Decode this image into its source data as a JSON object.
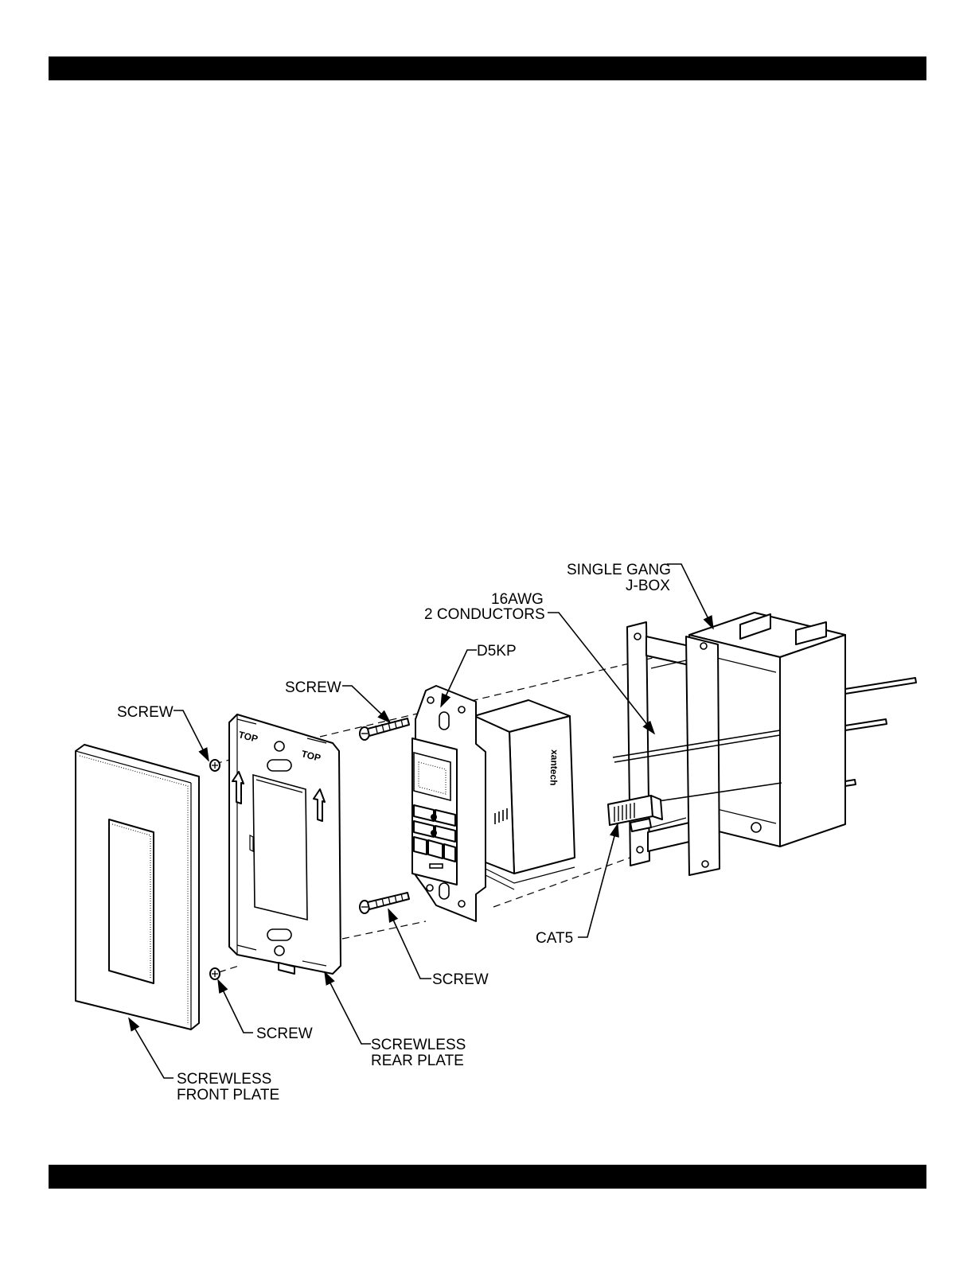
{
  "labels": {
    "single_gang_line1": "SINGLE GANG",
    "single_gang_line2": "J-BOX",
    "awg_line1": "16AWG",
    "awg_line2": "2 CONDUCTORS",
    "d5kp": "D5KP",
    "screw_top_middle": "SCREW",
    "screw_top_left": "SCREW",
    "screw_bottom_right": "SCREW",
    "screw_bottom_left": "SCREW",
    "cat5": "CAT5",
    "rear_plate_line1": "SCREWLESS",
    "rear_plate_line2": "REAR PLATE",
    "front_plate_line1": "SCREWLESS",
    "front_plate_line2": "FRONT PLATE",
    "top_left": "TOP",
    "top_right": "TOP",
    "brand": "xantech"
  }
}
